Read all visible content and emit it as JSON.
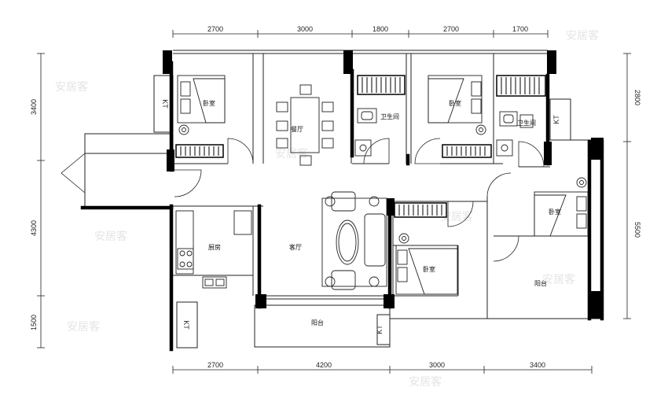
{
  "dimensions": {
    "top": [
      "2700",
      "3000",
      "1800",
      "2700",
      "1700"
    ],
    "bottom": [
      "2700",
      "4200",
      "3000",
      "3400"
    ],
    "left": [
      "3400",
      "4300",
      "1500"
    ],
    "right": [
      "2800",
      "5500"
    ]
  },
  "rooms": {
    "bedroom_nw": "卧室",
    "dining": "餐厅",
    "bath_1": "卫生间",
    "bedroom_n": "卧室",
    "bath_2": "卫生间",
    "bedroom_e": "卧室",
    "kitchen": "厨房",
    "living": "客厅",
    "bedroom_s": "卧室",
    "balcony_e": "阳台",
    "balcony_s": "阳台"
  },
  "ac_labels": {
    "ac_1": "KT",
    "ac_2": "KT",
    "ac_3": "KT",
    "ac_4": "KT"
  },
  "watermark": "安居客"
}
